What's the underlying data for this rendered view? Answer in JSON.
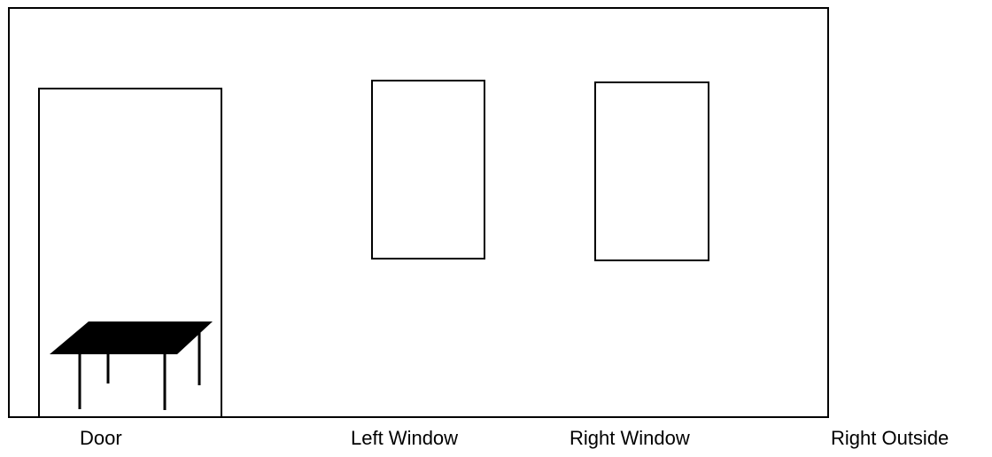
{
  "labels": {
    "door": "Door",
    "left_window": "Left Window",
    "right_window": "Right Window",
    "right_outside": "Right Outside"
  },
  "colors": {
    "line": "#000000",
    "background": "#ffffff"
  }
}
